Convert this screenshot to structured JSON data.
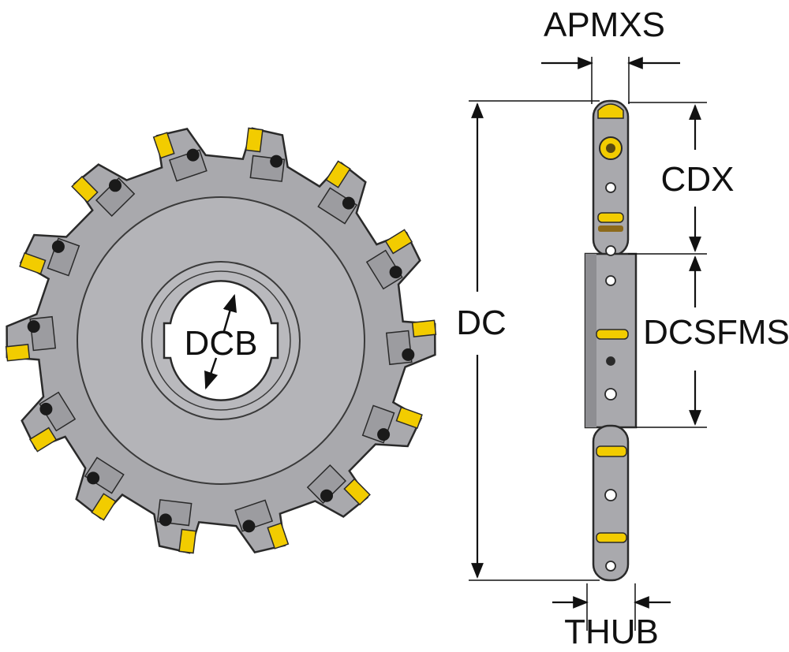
{
  "labels": {
    "apmxs": "APMXS",
    "cdx": "CDX",
    "dc": "DC",
    "dcb": "DCB",
    "dcsfms": "DCSFMS",
    "thub": "THUB"
  },
  "colors": {
    "body": "#a9a9ad",
    "body_dark": "#6e6e72",
    "outline": "#2a2a2a",
    "insert": "#f2cc00",
    "bore": "#ffffff",
    "dimension": "#111111"
  },
  "cutter": {
    "teeth": 14,
    "icons": [
      "milling-cutter-front-view",
      "milling-cutter-side-view",
      "cutting-insert-icon",
      "screw-icon"
    ]
  }
}
